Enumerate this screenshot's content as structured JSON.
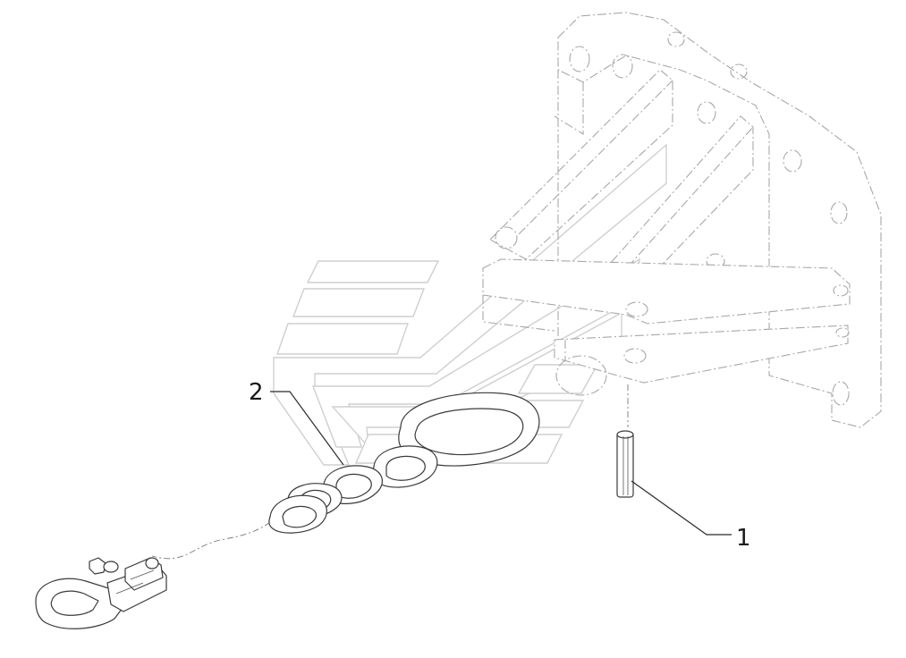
{
  "callouts": [
    {
      "number": "1",
      "part": "roll-pin"
    },
    {
      "number": "2",
      "part": "chain-with-hook"
    }
  ],
  "colors": {
    "line": "#3a3a3a",
    "ghost_line": "#a8a8a8",
    "watermark": "#cfcfcf",
    "background": "#ffffff"
  }
}
